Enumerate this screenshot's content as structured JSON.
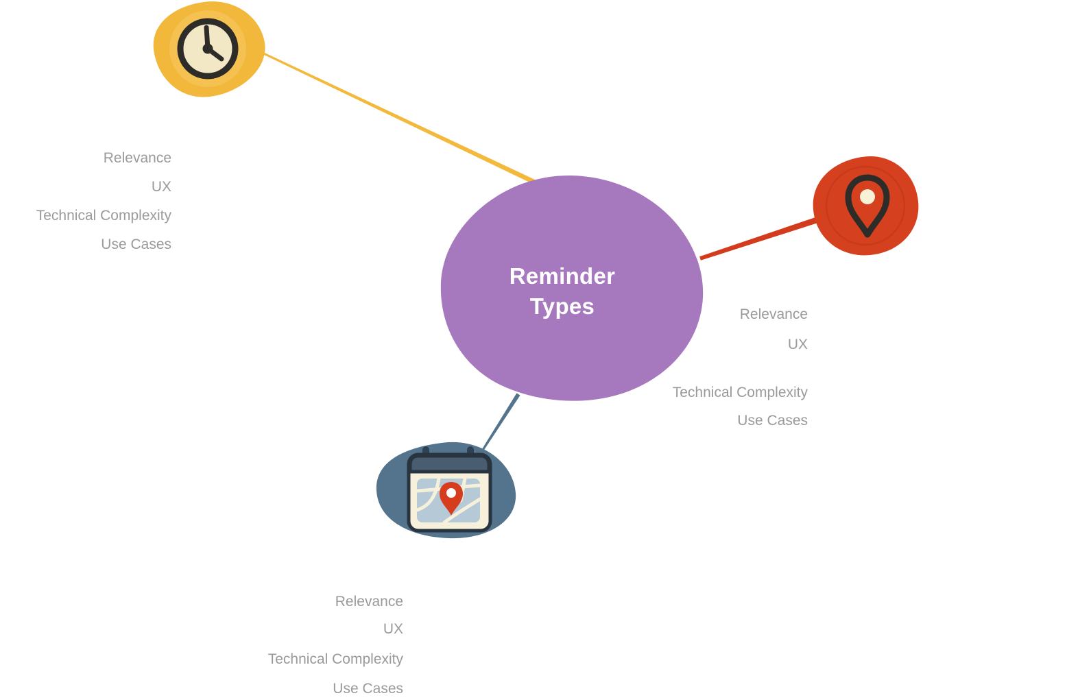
{
  "center": {
    "label": "Reminder Types",
    "label_line1": "Reminder",
    "label_line2": "Types",
    "color": "#a678bd",
    "text_color": "#ffffff"
  },
  "branches": [
    {
      "name": "time",
      "icon": "clock-icon",
      "node_color": "#f2b83c",
      "line_color": "#f2b93c",
      "labels": [
        "Relevance",
        "UX",
        "Technical Complexity",
        "Use Cases"
      ]
    },
    {
      "name": "location",
      "icon": "location-pin-icon",
      "node_color": "#d5401f",
      "line_color": "#d23c1d",
      "labels": [
        "Relevance",
        "UX",
        "Technical Complexity",
        "Use Cases"
      ]
    },
    {
      "name": "calendar",
      "icon": "calendar-map-icon",
      "node_color": "#53748c",
      "line_color": "#53748c",
      "labels": [
        "Relevance",
        "UX",
        "Technical Complexity",
        "Use Cases"
      ]
    }
  ],
  "colors": {
    "background": "#ffffff",
    "label_gray": "#9a9a9a",
    "dark_outline": "#2d2c29",
    "yellow_inner": "#f5c150",
    "clock_face": "#f2e8c5",
    "red_ring": "#c83a1c",
    "pin_hole_cream": "#f8f1d8",
    "calendar_header": "#485d70",
    "calendar_peg": "#2e4254",
    "paper_cream": "#f7f0da",
    "map_blue": "#b5c9d7",
    "map_pin_red": "#d63c1e",
    "white": "#ffffff"
  }
}
